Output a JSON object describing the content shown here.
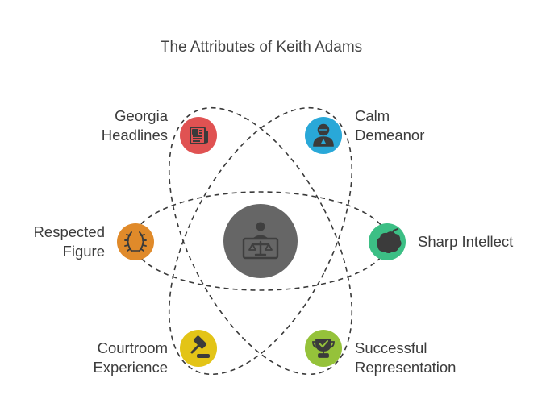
{
  "title": "The Attributes of Keith Adams",
  "center": {
    "icon": "judge-at-bench-icon",
    "color": "#666666"
  },
  "attributes": [
    {
      "lines": [
        "Georgia",
        "Headlines"
      ],
      "icon": "newspaper-icon",
      "color": "#e05252"
    },
    {
      "lines": [
        "Calm",
        "Demeanor"
      ],
      "icon": "calm-person-icon",
      "color": "#29a8d8"
    },
    {
      "lines": [
        "Respected",
        "Figure"
      ],
      "icon": "laurel-wreath-icon",
      "color": "#e08a2a"
    },
    {
      "lines": [
        "Sharp Intellect"
      ],
      "icon": "brain-icon",
      "color": "#3cbf85"
    },
    {
      "lines": [
        "Courtroom",
        "Experience"
      ],
      "icon": "gavel-icon",
      "color": "#e3c417"
    },
    {
      "lines": [
        "Successful",
        "Representation"
      ],
      "icon": "trophy-icon",
      "color": "#95c23a"
    }
  ],
  "orbit_color": "#3a3a3a"
}
